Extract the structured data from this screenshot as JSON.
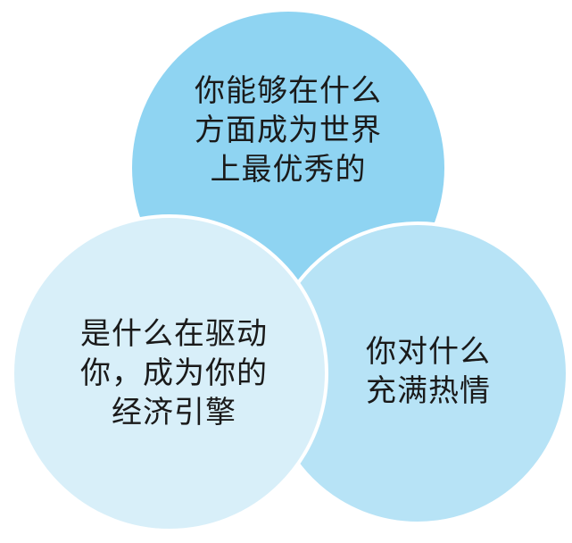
{
  "circles": {
    "top": {
      "lines": [
        "你能够在什么",
        "方面成为世界",
        "上最优秀的"
      ],
      "fill_color": "#8fd4f2"
    },
    "left": {
      "lines": [
        "是什么在驱动",
        "你，成为你的",
        "经济引擎"
      ],
      "fill_color": "#d8eff9"
    },
    "right": {
      "lines": [
        "你对什么",
        "充满热情"
      ],
      "fill_color": "#b7e3f6"
    }
  },
  "outline_color": "#ffffff"
}
